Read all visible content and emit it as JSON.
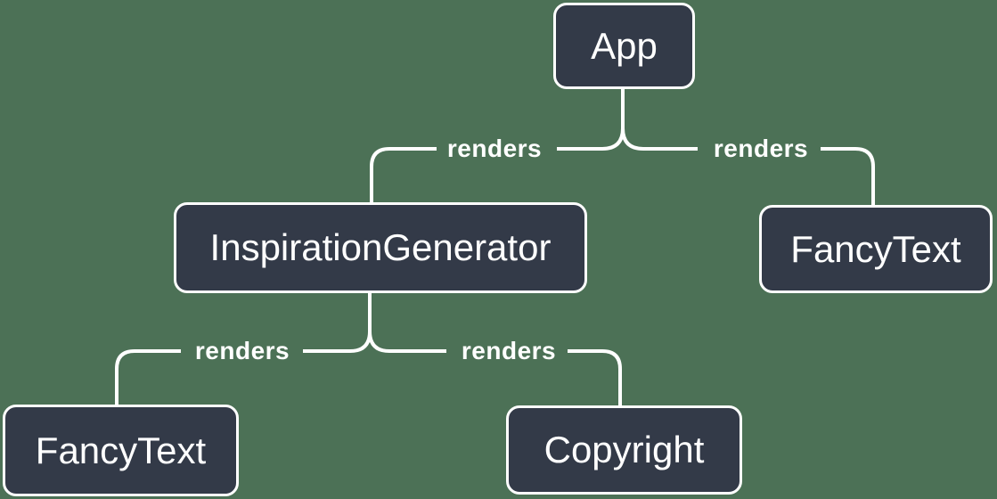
{
  "diagram": {
    "type": "component-render-tree",
    "colors": {
      "background": "#4C7156",
      "node_fill": "#333A48",
      "node_border": "#FFFFFF",
      "line": "#FFFFFF",
      "text": "#FFFFFF"
    },
    "nodes": [
      {
        "id": "app",
        "label": "App"
      },
      {
        "id": "inspiration-generator",
        "label": "InspirationGenerator"
      },
      {
        "id": "fancy-text-top-right",
        "label": "FancyText"
      },
      {
        "id": "fancy-text-bottom-left",
        "label": "FancyText"
      },
      {
        "id": "copyright",
        "label": "Copyright"
      }
    ],
    "edges": [
      {
        "from": "App",
        "to": "InspirationGenerator",
        "label": "renders"
      },
      {
        "from": "App",
        "to": "FancyText",
        "label": "renders"
      },
      {
        "from": "InspirationGenerator",
        "to": "FancyText",
        "label": "renders"
      },
      {
        "from": "InspirationGenerator",
        "to": "Copyright",
        "label": "renders"
      }
    ]
  }
}
